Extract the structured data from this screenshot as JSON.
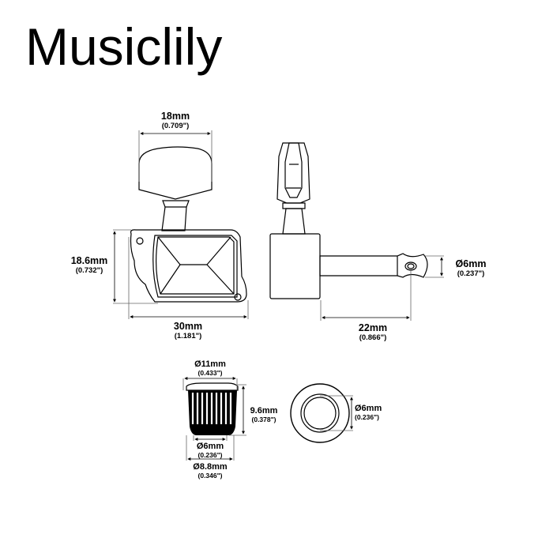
{
  "brand": {
    "name": "Musiclily"
  },
  "tuner_front": {
    "knob_width": {
      "mm": "18mm",
      "inch": "(0.709\")"
    },
    "housing_height": {
      "mm": "18.6mm",
      "inch": "(0.732\")"
    },
    "housing_width": {
      "mm": "30mm",
      "inch": "(1.181\")"
    }
  },
  "tuner_side": {
    "post_length": {
      "mm": "22mm",
      "inch": "(0.866\")"
    },
    "post_diameter": {
      "mm": "Ø6mm",
      "inch": "(0.237\")"
    }
  },
  "bushing_side": {
    "top_diameter": {
      "mm": "Ø11mm",
      "inch": "(0.433\")"
    },
    "height": {
      "mm": "9.6mm",
      "inch": "(0.378\")"
    },
    "inner_diameter": {
      "mm": "Ø6mm",
      "inch": "(0.236\")"
    },
    "outer_diameter": {
      "mm": "Ø8.8mm",
      "inch": "(0.346\")"
    }
  },
  "bushing_top": {
    "hole_diameter": {
      "mm": "Ø6mm",
      "inch": "(0.236\")"
    }
  }
}
